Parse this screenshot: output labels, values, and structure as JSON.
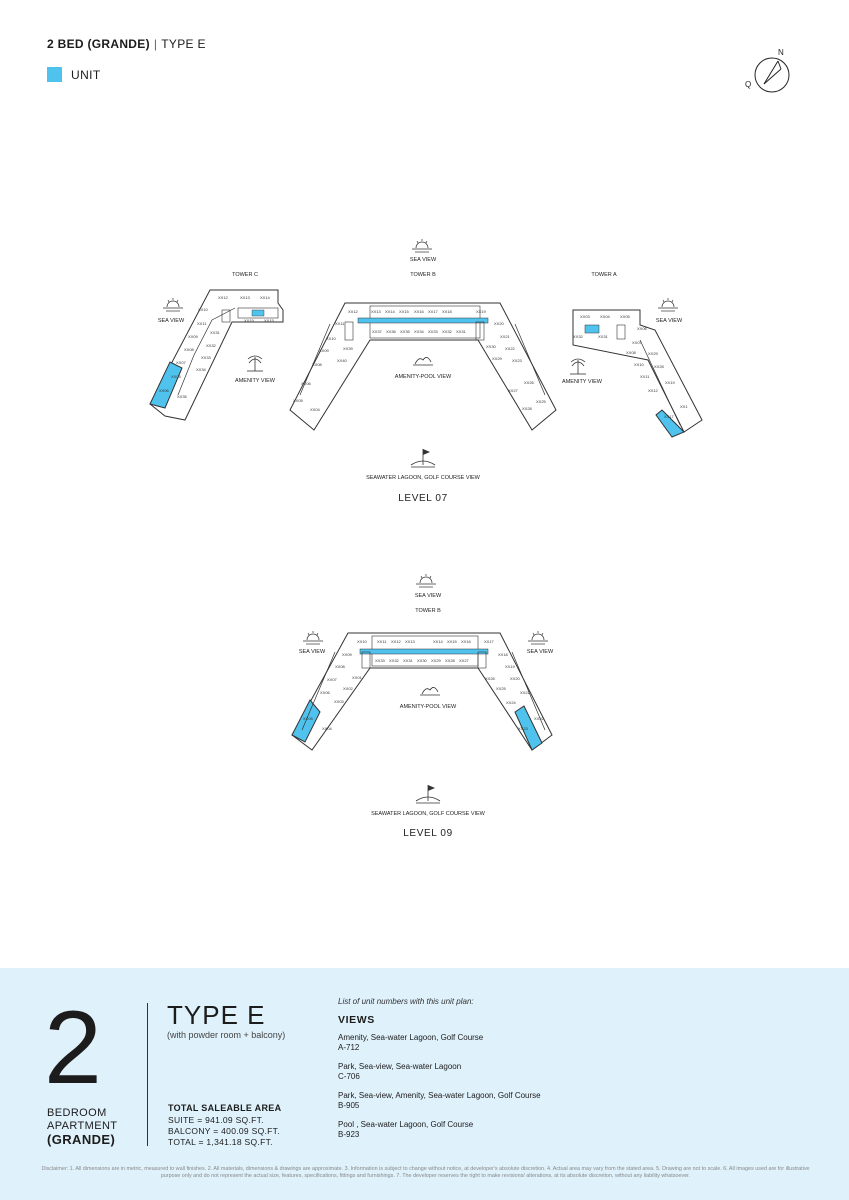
{
  "header": {
    "bold": "2 BED (GRANDE)",
    "separator": "|",
    "type": "TYPE E"
  },
  "legend": {
    "label": "UNIT",
    "color": "#4fc3ee"
  },
  "compass": {
    "north": "N",
    "west": "Q"
  },
  "level07": {
    "title": "LEVEL 07",
    "sea_view_top": "SEA VIEW",
    "tower_b": "TOWER B",
    "tower_c": "TOWER C",
    "tower_a": "TOWER A",
    "sea_view_left": "SEA VIEW",
    "sea_view_right": "SEA VIEW",
    "amenity_view_left": "AMENITY VIEW",
    "amenity_view_right": "AMENITY VIEW",
    "amenity_pool": "AMENITY-POOL VIEW",
    "lagoon": "SEAWATER LAGOON, GOLF COURSE VIEW"
  },
  "level09": {
    "title": "LEVEL 09",
    "sea_view_top": "SEA VIEW",
    "tower_b": "TOWER B",
    "sea_view_left": "SEA VIEW",
    "sea_view_right": "SEA VIEW",
    "amenity_pool": "AMENITY-POOL VIEW",
    "lagoon": "SEAWATER LAGOON, GOLF COURSE VIEW"
  },
  "footer": {
    "big_number": "2",
    "bed_line1": "BEDROOM",
    "bed_line2": "APARTMENT",
    "bed_line3": "(GRANDE)",
    "type_title": "TYPE E",
    "type_sub": "(with powder room + balcony)",
    "area_heading": "TOTAL SALEABLE AREA",
    "suite": "SUITE =  941.09 SQ.FT.",
    "balcony": "BALCONY = 400.09 SQ.FT.",
    "total": "TOTAL = 1,341.18 SQ.FT.",
    "list_intro": "List of unit numbers with this unit plan:",
    "views_heading": "VIEWS",
    "units": [
      {
        "view": "Amenity, Sea-water Lagoon, Golf Course",
        "unit": "A-712"
      },
      {
        "view": "Park, Sea-view, Sea-water Lagoon",
        "unit": "C-706"
      },
      {
        "view": "Park, Sea-view, Amenity, Sea-water Lagoon, Golf Course",
        "unit": "B-905"
      },
      {
        "view": "Pool , Sea-water Lagoon, Golf Course",
        "unit": "B-923"
      }
    ],
    "disclaimer": "Disclaimer: 1. All dimensions are in metric, measured to wall finishes. 2. All materials, dimensions & drawings are approximate. 3. Information is subject to change without notice, at developer's absolute discretion. 4. Actual area may vary from the stated area. 5. Drawing are not to scale. 6. All images used are for illustrative purpose only and do not represent the actual size, features, specifications, fittings and furnishings. 7. The developer reserves the right to make revisions/ alterations, at its absolute discretion, without any liability whatsoever."
  }
}
